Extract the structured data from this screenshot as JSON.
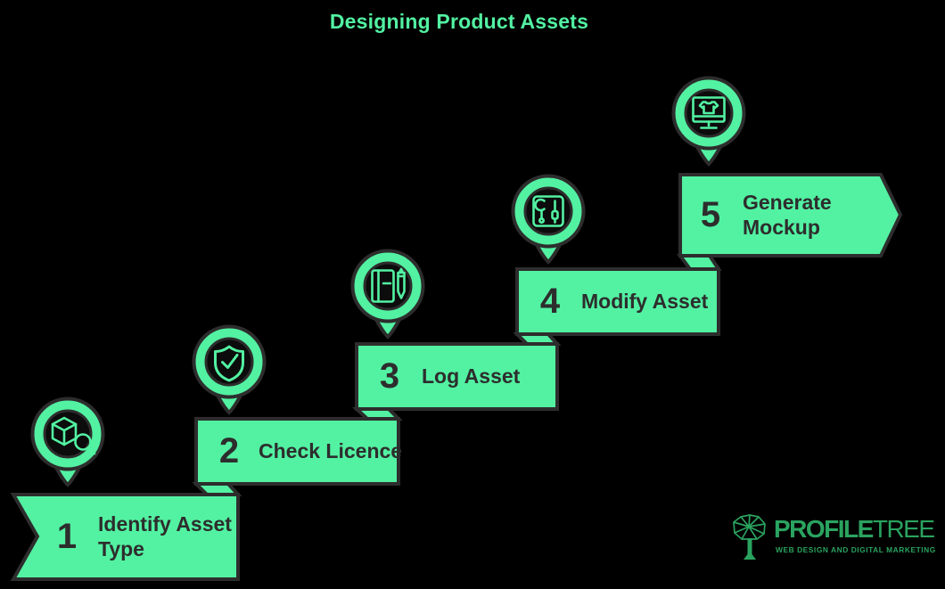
{
  "title": "Designing Product Assets",
  "colors": {
    "background": "#000000",
    "mint_green": "#52F2A2",
    "dark_outline": "#2D2D2D",
    "pin_inner": "#0C0C0C",
    "logo_green": "#2AA35F"
  },
  "steps": [
    {
      "number": "1",
      "label": "Identify Asset Type",
      "icon": "cube-search-icon"
    },
    {
      "number": "2",
      "label": "Check Licence",
      "icon": "shield-check-icon"
    },
    {
      "number": "3",
      "label": "Log Asset",
      "icon": "notebook-pencil-icon"
    },
    {
      "number": "4",
      "label": "Modify Asset",
      "icon": "tools-icon"
    },
    {
      "number": "5",
      "label": "Generate Mockup",
      "icon": "monitor-tshirt-icon"
    }
  ],
  "logo": {
    "name_bold": "PROFILE",
    "name_light": "TREE",
    "tagline": "WEB DESIGN AND DIGITAL MARKETING"
  }
}
